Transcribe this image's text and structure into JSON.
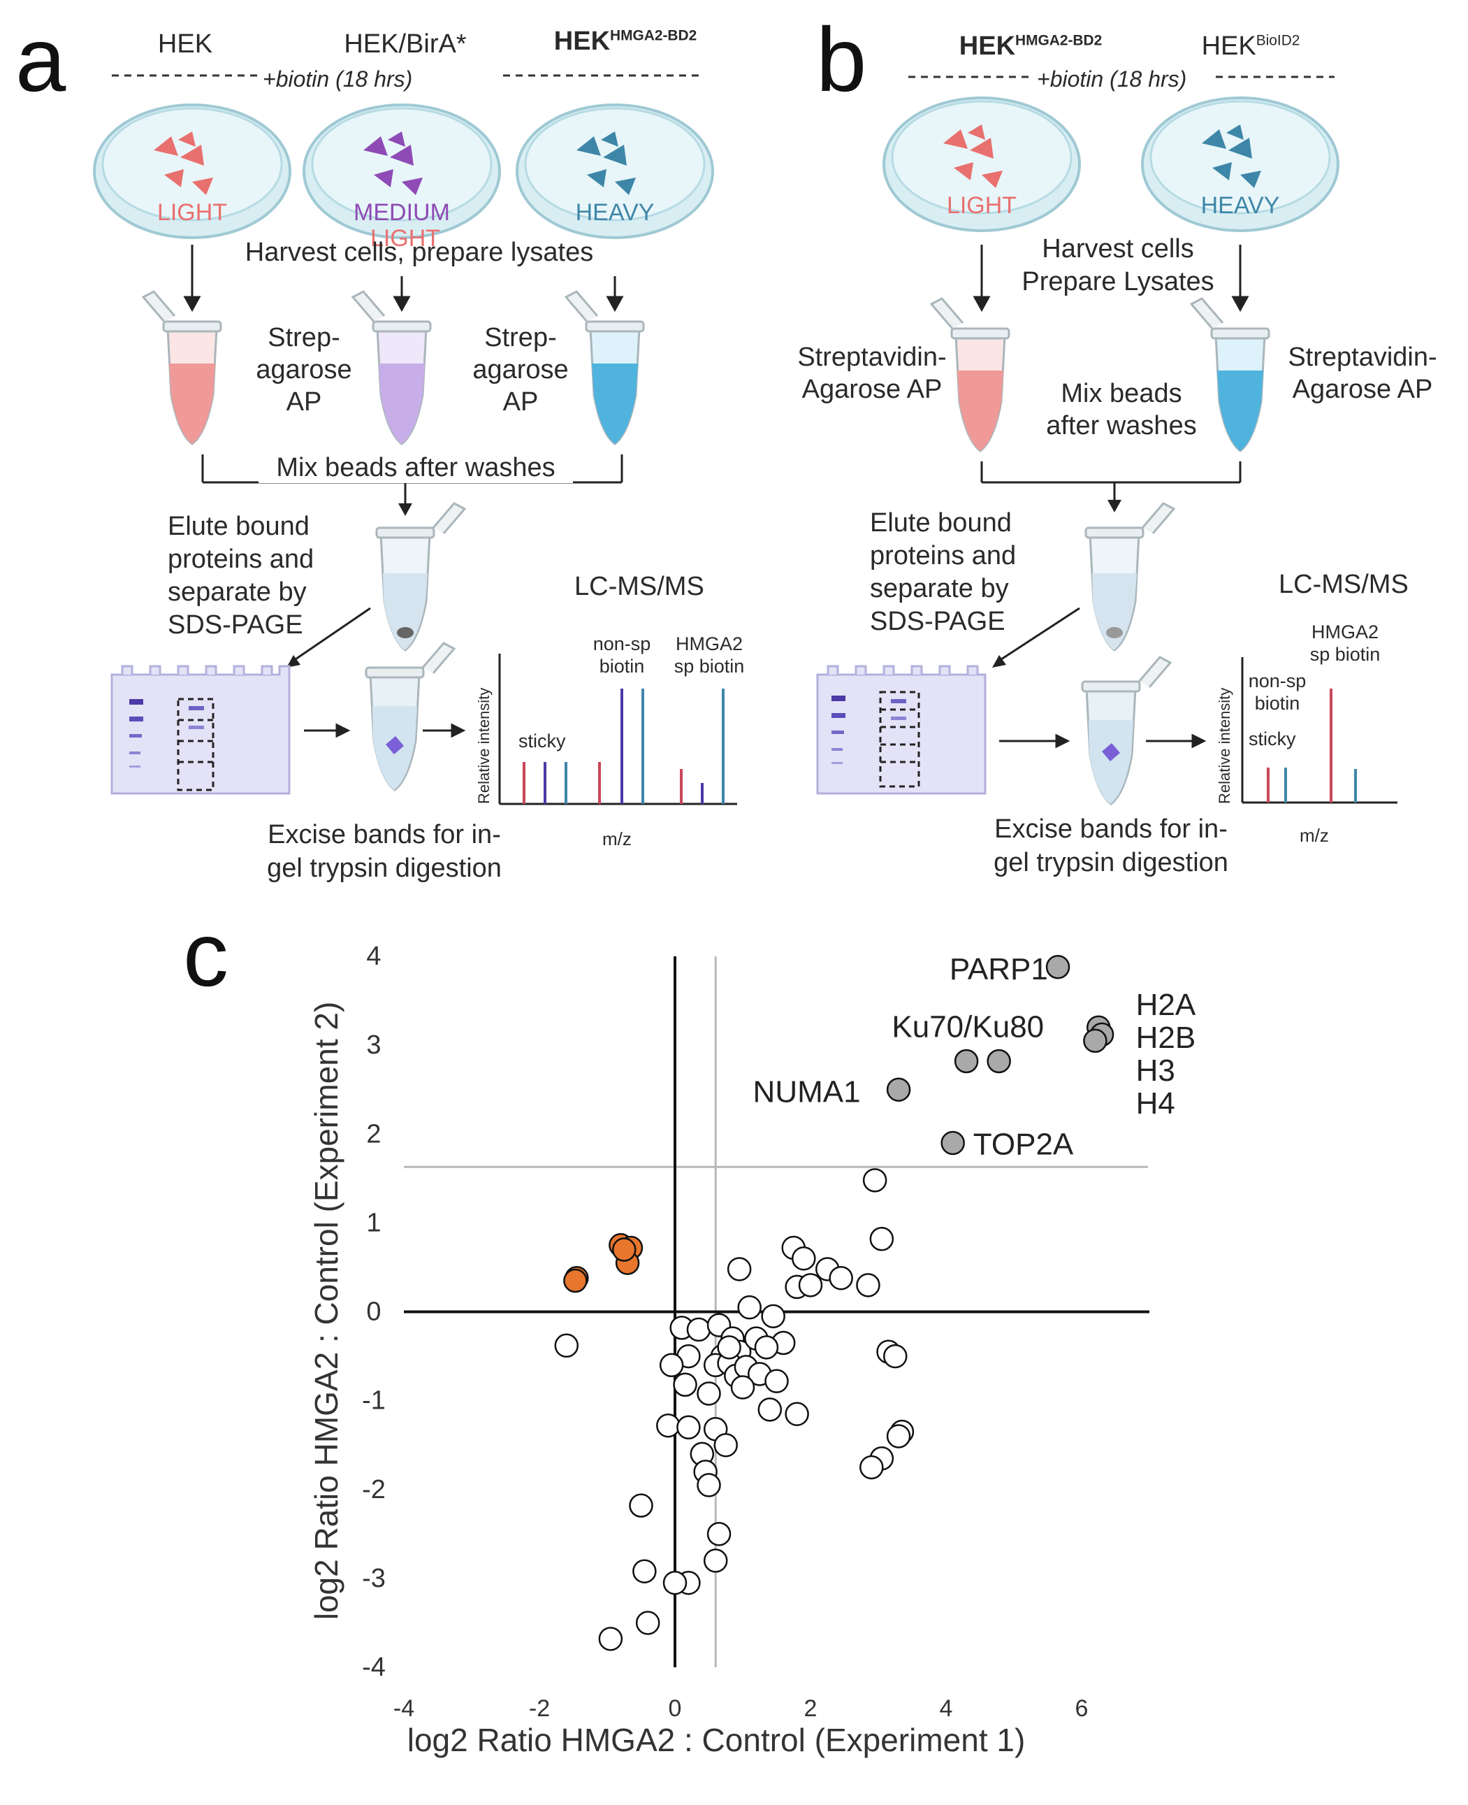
{
  "panel_a": {
    "letter": "a",
    "col1": "HEK",
    "col2": "HEK/BirA*",
    "col3_base": "HEK",
    "col3_sup": "HMGA2-BD2",
    "biotin": "+biotin (18 hrs)",
    "dish1": "LIGHT",
    "dish2": "MEDIUM",
    "dish3": "HEAVY",
    "harvest": "Harvest cells, prepare lysates",
    "strep1_l1": "Strep-",
    "strep1_l2": "agarose",
    "strep1_l3": "AP",
    "strep2_l1": "Strep-",
    "strep2_l2": "agarose",
    "strep2_l3": "AP",
    "mix": "Mix beads after washes",
    "elute_l1": "Elute bound",
    "elute_l2": "proteins and",
    "elute_l3": "separate by",
    "elute_l4": "SDS-PAGE",
    "lcms": "LC-MS/MS",
    "nonsp_l1": "non-sp",
    "nonsp_l2": "biotin",
    "hmga_l1": "HMGA2",
    "hmga_l2": "sp biotin",
    "sticky": "sticky",
    "relint": "Relative intensity",
    "mz": "m/z",
    "excise_l1": "Excise bands for in-",
    "excise_l2": "gel trypsin digestion",
    "colors": {
      "light": "#e8706e",
      "medium": "#8e4bb5",
      "heavy": "#3e86a8"
    }
  },
  "panel_b": {
    "letter": "b",
    "col1_base": "HEK",
    "col1_sup": "HMGA2-BD2",
    "col2_base": "HEK",
    "col2_sup": "BioID2",
    "biotin": "+biotin (18 hrs)",
    "dish1": "LIGHT",
    "dish2": "HEAVY",
    "harvest_l1": "Harvest cells",
    "harvest_l2": "Prepare Lysates",
    "strepL_l1": "Streptavidin-",
    "strepL_l2": "Agarose AP",
    "strepR_l1": "Streptavidin-",
    "strepR_l2": "Agarose AP",
    "mix_l1": "Mix beads",
    "mix_l2": "after washes",
    "elute_l1": "Elute bound",
    "elute_l2": "proteins and",
    "elute_l3": "separate by",
    "elute_l4": "SDS-PAGE",
    "lcms": "LC-MS/MS",
    "hmga_l1": "HMGA2",
    "hmga_l2": "sp biotin",
    "nonsp_l1": "non-sp",
    "nonsp_l2": "biotin",
    "sticky": "sticky",
    "relint": "Relative intensity",
    "mz": "m/z",
    "excise_l1": "Excise bands for in-",
    "excise_l2": "gel trypsin digestion"
  },
  "panel_c": {
    "letter": "c"
  },
  "chart_data": {
    "type": "scatter",
    "xlabel": "log2 Ratio HMGA2 : Control (Experiment 1)",
    "ylabel": "log2 Ratio HMGA2 : Control (Experiment 2)",
    "xlim": [
      -4,
      7
    ],
    "ylim": [
      -4,
      4
    ],
    "xticks": [
      -4,
      -2,
      0,
      2,
      4,
      6
    ],
    "yticks": [
      -4,
      -3,
      -2,
      -1,
      0,
      1,
      2,
      3,
      4
    ],
    "threshold_x": 0.6,
    "threshold_y": 1.63,
    "colors": {
      "significant": "#a9a9a9",
      "control_enriched": "#e8762c",
      "other": "#ffffff"
    },
    "labels": [
      {
        "text": "PARP1",
        "x": 4.05,
        "y": 3.85,
        "anchor": "left"
      },
      {
        "text": "Ku70/Ku80",
        "x": 3.2,
        "y": 3.2,
        "anchor": "left"
      },
      {
        "text": "NUMA1",
        "x": 1.15,
        "y": 2.47,
        "anchor": "left"
      },
      {
        "text": "TOP2A",
        "x": 4.4,
        "y": 1.88,
        "anchor": "left"
      },
      {
        "text": "H2A",
        "x": 6.8,
        "y": 3.45,
        "anchor": "left"
      },
      {
        "text": "H2B",
        "x": 6.8,
        "y": 3.08,
        "anchor": "left"
      },
      {
        "text": "H3",
        "x": 6.8,
        "y": 2.71,
        "anchor": "left"
      },
      {
        "text": "H4",
        "x": 6.8,
        "y": 2.34,
        "anchor": "left"
      }
    ],
    "series": [
      {
        "group": "significant",
        "points": [
          [
            5.65,
            3.88
          ],
          [
            6.25,
            3.2
          ],
          [
            6.3,
            3.12
          ],
          [
            6.2,
            3.05
          ],
          [
            4.3,
            2.82
          ],
          [
            4.78,
            2.82
          ],
          [
            3.3,
            2.5
          ],
          [
            4.1,
            1.9
          ]
        ]
      },
      {
        "group": "control_enriched",
        "points": [
          [
            -1.45,
            0.38
          ],
          [
            -1.47,
            0.35
          ],
          [
            -0.8,
            0.75
          ],
          [
            -0.65,
            0.72
          ],
          [
            -0.7,
            0.55
          ],
          [
            -0.75,
            0.7
          ]
        ]
      },
      {
        "group": "other",
        "points": [
          [
            -1.6,
            -0.38
          ],
          [
            2.95,
            1.48
          ],
          [
            3.05,
            0.82
          ],
          [
            1.75,
            0.72
          ],
          [
            1.9,
            0.6
          ],
          [
            2.25,
            0.48
          ],
          [
            2.45,
            0.38
          ],
          [
            2.85,
            0.3
          ],
          [
            1.8,
            0.28
          ],
          [
            2.0,
            0.3
          ],
          [
            0.95,
            0.48
          ],
          [
            1.1,
            0.05
          ],
          [
            1.45,
            -0.05
          ],
          [
            1.6,
            -0.35
          ],
          [
            0.1,
            -0.18
          ],
          [
            0.35,
            -0.2
          ],
          [
            0.65,
            -0.15
          ],
          [
            0.85,
            -0.3
          ],
          [
            0.95,
            -0.45
          ],
          [
            1.2,
            -0.3
          ],
          [
            1.35,
            -0.4
          ],
          [
            0.7,
            -0.5
          ],
          [
            0.6,
            -0.6
          ],
          [
            0.8,
            -0.58
          ],
          [
            0.9,
            -0.72
          ],
          [
            1.05,
            -0.62
          ],
          [
            1.25,
            -0.7
          ],
          [
            1.5,
            -0.78
          ],
          [
            0.2,
            -0.5
          ],
          [
            -0.05,
            -0.6
          ],
          [
            0.15,
            -0.82
          ],
          [
            0.5,
            -0.92
          ],
          [
            1.0,
            -0.85
          ],
          [
            1.4,
            -1.1
          ],
          [
            1.8,
            -1.15
          ],
          [
            -0.1,
            -1.28
          ],
          [
            0.2,
            -1.3
          ],
          [
            0.6,
            -1.32
          ],
          [
            0.75,
            -1.5
          ],
          [
            0.4,
            -1.6
          ],
          [
            0.45,
            -1.8
          ],
          [
            0.5,
            -1.95
          ],
          [
            0.65,
            -2.5
          ],
          [
            0.6,
            -2.8
          ],
          [
            -0.5,
            -2.18
          ],
          [
            -0.45,
            -2.92
          ],
          [
            -0.4,
            -3.5
          ],
          [
            -0.95,
            -3.68
          ],
          [
            0.2,
            -3.05
          ],
          [
            0.0,
            -3.05
          ],
          [
            3.15,
            -0.45
          ],
          [
            3.25,
            -0.5
          ],
          [
            3.35,
            -1.35
          ],
          [
            3.3,
            -1.4
          ],
          [
            3.05,
            -1.65
          ],
          [
            2.9,
            -1.75
          ],
          [
            0.8,
            -0.4
          ]
        ]
      }
    ]
  }
}
